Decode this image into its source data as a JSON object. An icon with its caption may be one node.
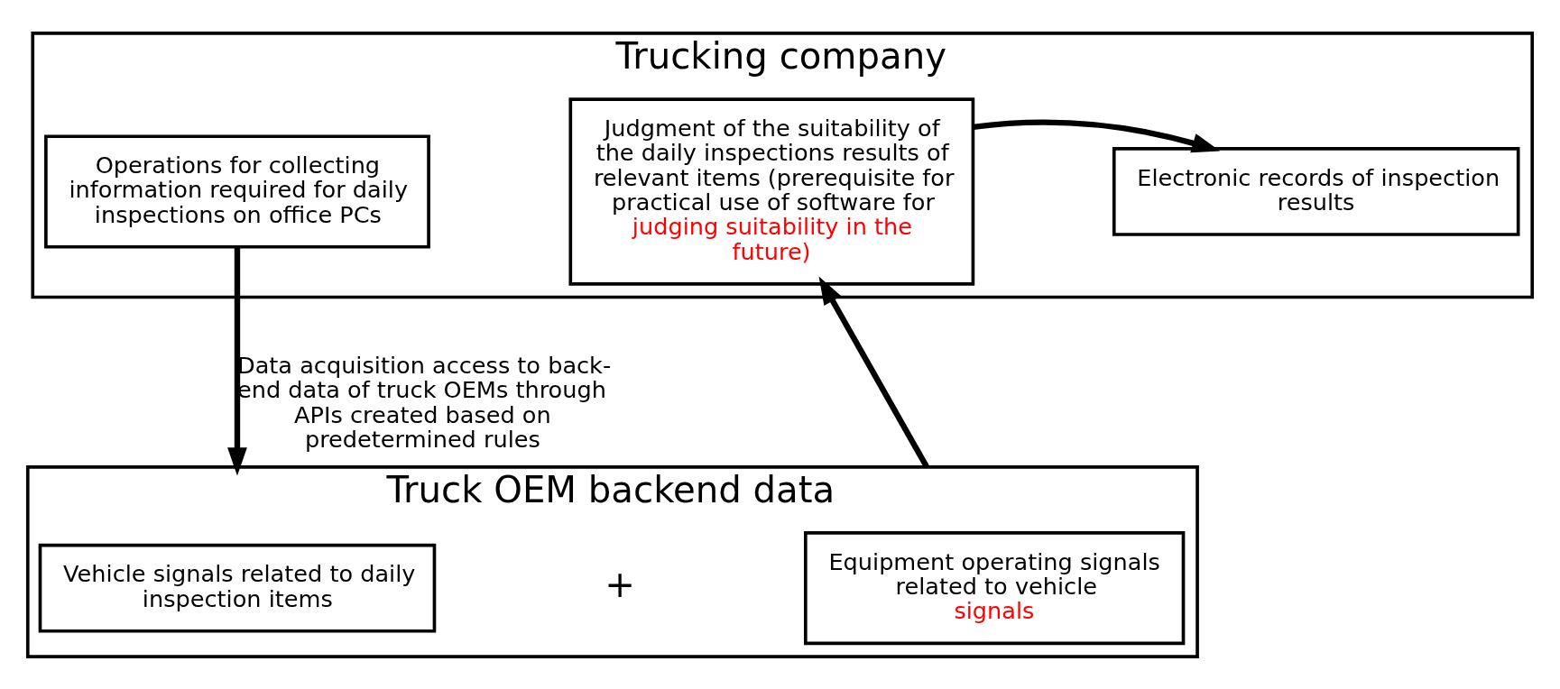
{
  "diagram": {
    "nodes": [
      {
        "text": [
          "Trucking company"
        ]
      },
      {
        "text": [
          "Operations for collecting information required for daily inspections on office PCs"
        ],
        "in": 0
      },
      {
        "text": [
          "Judgment of the suitability of the daily inspections results of relevant items (prerequisite for practical use of software for",
          "judging suitability in the future)"
        ],
        "in": 0
      },
      {
        "text": [
          "Electronic records of inspection results"
        ],
        "in": 0
      },
      {
        "text": [
          "Truck OEM backend data"
        ]
      },
      {
        "text": [
          "Vehicle signals related to daily inspection items"
        ],
        "in": 4
      },
      {
        "text": [
          "Equipment operating signals related to vehicle",
          "signals"
        ],
        "in": 4
      }
    ],
    "edges": [
      {
        "from": 1,
        "to": 4,
        "arrow": "to",
        "label": "Data acquisition access to back-end data of truck OEMs through APIs created based on predetermined rules"
      },
      {
        "from": 4,
        "to": 2,
        "arrow": "to"
      },
      {
        "from": 2,
        "to": 3,
        "arrow": "to"
      }
    ],
    "labels": [
      "+"
    ]
  }
}
